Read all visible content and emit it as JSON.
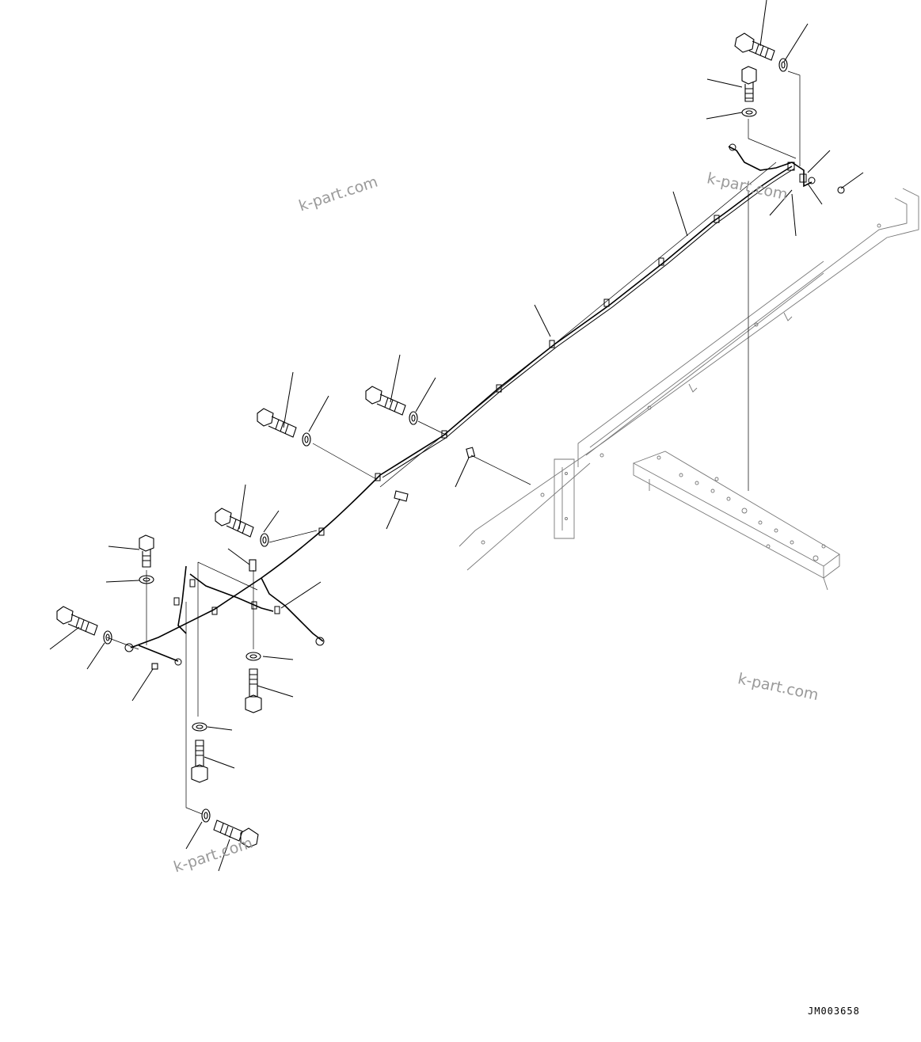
{
  "watermarks": [
    "k-part.com",
    "k-part.com",
    "k-part.com",
    "k-part.com"
  ],
  "drawing_id": "JM003658"
}
